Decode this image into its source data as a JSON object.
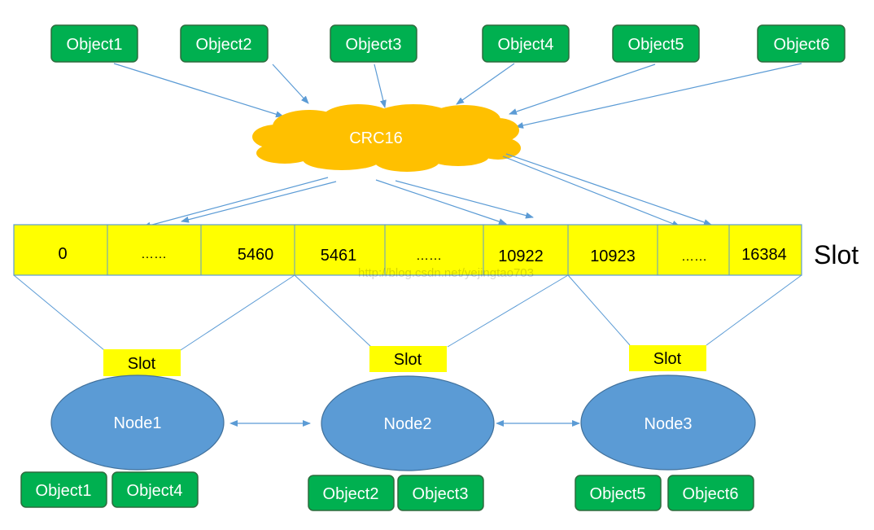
{
  "objects_top": [
    "Object1",
    "Object2",
    "Object3",
    "Object4",
    "Object5",
    "Object6"
  ],
  "hash_label": "CRC16",
  "slot_cells": [
    "0",
    "……",
    "5460",
    "5461",
    "……",
    "10922",
    "10923",
    "……",
    "16384"
  ],
  "slot_title": "Slot",
  "watermark": "http://blog.csdn.net/yejingtao703",
  "nodes": [
    {
      "tag": "Slot",
      "name": "Node1",
      "objects": [
        "Object1",
        "Object4"
      ]
    },
    {
      "tag": "Slot",
      "name": "Node2",
      "objects": [
        "Object2",
        "Object3"
      ]
    },
    {
      "tag": "Slot",
      "name": "Node3",
      "objects": [
        "Object5",
        "Object6"
      ]
    }
  ],
  "colors": {
    "object_fill": "#00b050",
    "object_stroke": "#2e6b3d",
    "cloud": "#ffc000",
    "slot_fill": "#ffff00",
    "node_fill": "#5b9bd5",
    "node_stroke": "#41719c",
    "arrow": "#5b9bd5"
  }
}
